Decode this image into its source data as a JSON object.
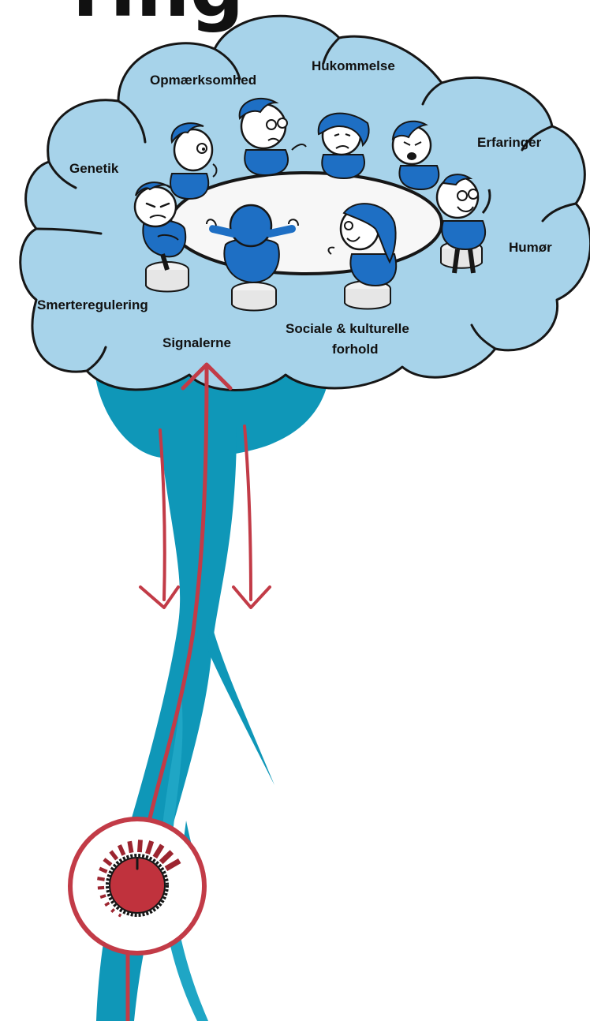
{
  "header": {
    "title_fragment": "ring"
  },
  "factors": {
    "hukommelse": "Hukommelse",
    "opmaerksomhed": "Opmærksomhed",
    "genetik": "Genetik",
    "erfaringer": "Erfaringer",
    "humor": "Humør",
    "smerteregulering": "Smerteregulering",
    "signalerne": "Signalerne",
    "sociale_line1": "Sociale & kulturelle",
    "sociale_line2": "forhold"
  },
  "colors": {
    "cloud_fill": "#a7d3ea",
    "cloud_stroke": "#161616",
    "nerve": "#0f97b8",
    "nerve_dark": "#0a7f9c",
    "arrow": "#c23b47",
    "dial": "#c0323d",
    "character_blue": "#1e6fc4",
    "table": "#f7f7f7"
  },
  "icons": {
    "dial": "volume-dial-icon",
    "people": "discussion-group-illustration"
  }
}
